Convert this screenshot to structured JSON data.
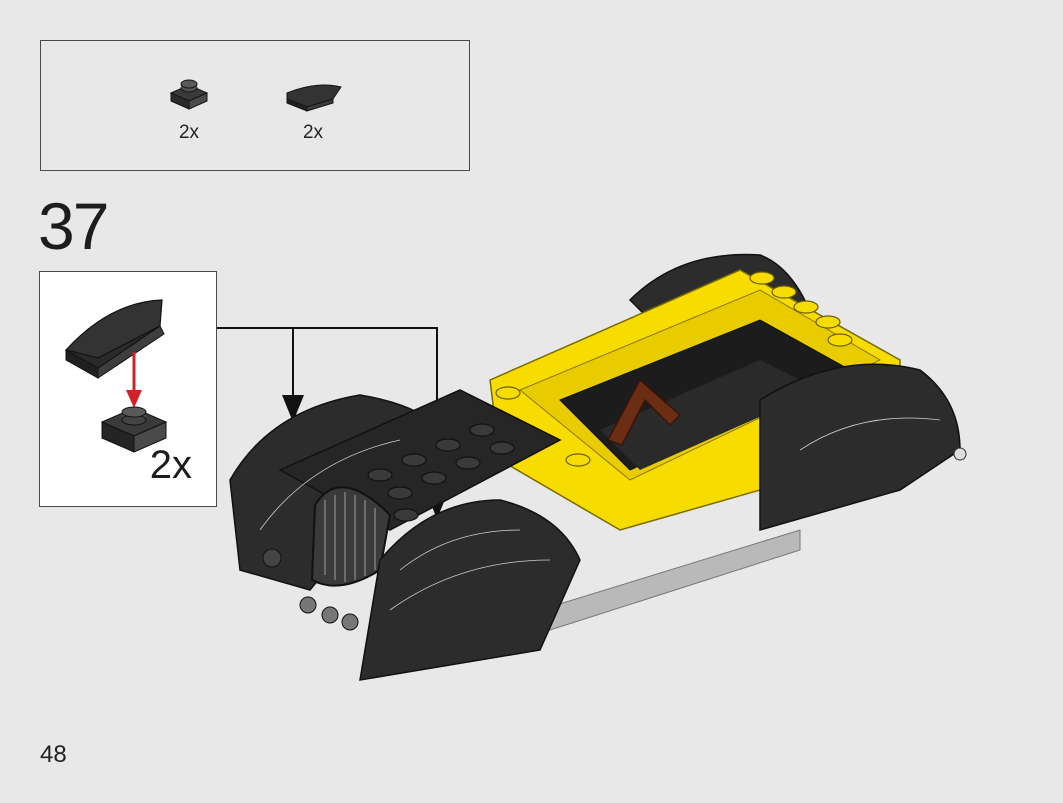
{
  "parts": [
    {
      "name": "plate-1x1-dark-gray",
      "qty": "2x"
    },
    {
      "name": "curved-slope-black",
      "qty": "2x"
    }
  ],
  "step": "37",
  "callout": {
    "qty": "2x"
  },
  "page": "48",
  "colors": {
    "background": "#e8e8e8",
    "black_brick": "#2b2b2b",
    "yellow_brick": "#f7dc00",
    "brown_brick": "#6b2e14",
    "arrow_red": "#d0202a"
  }
}
